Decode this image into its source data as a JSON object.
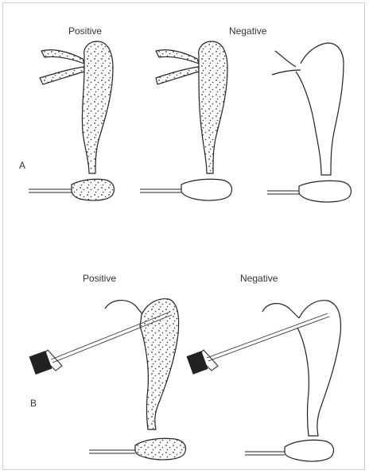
{
  "panel_a": {
    "letter": "A",
    "label_positive": "Positive",
    "label_negative": "Negative"
  },
  "panel_b": {
    "letter": "B",
    "label_positive": "Positive",
    "label_negative": "Negative"
  },
  "colors": {
    "ink": "#222222",
    "stipple": "#333333",
    "background": "#ffffff"
  }
}
